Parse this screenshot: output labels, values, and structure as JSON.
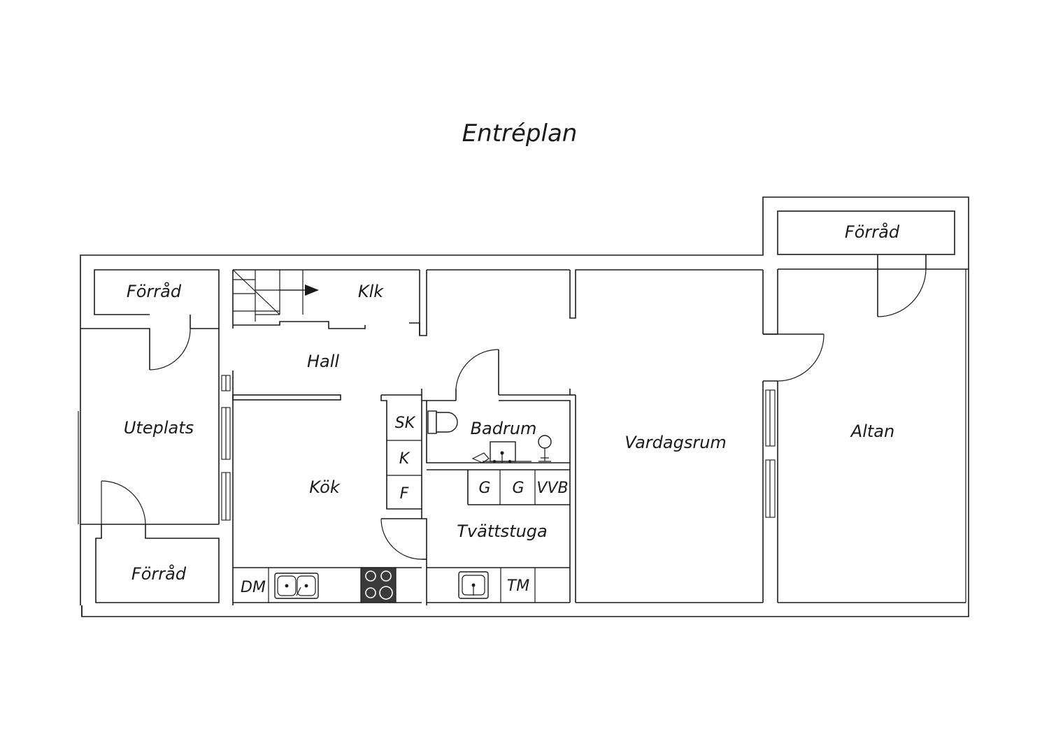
{
  "plan": {
    "title": "Entréplan",
    "rooms": {
      "forrad_top_right": "Förråd",
      "forrad_top_left": "Förråd",
      "klk": "Klk",
      "hall": "Hall",
      "uteplats": "Uteplats",
      "kok": "Kök",
      "badrum": "Badrum",
      "vardagsrum": "Vardagsrum",
      "altan": "Altan",
      "tvattstuga": "Tvättstuga",
      "forrad_bottom_left": "Förråd"
    },
    "fixtures": {
      "sk": "SK",
      "k": "K",
      "f": "F",
      "g1": "G",
      "g2": "G",
      "vvb": "VVB",
      "dm": "DM",
      "tm": "TM"
    },
    "icons": {
      "stair_arrow": "arrow-right-icon",
      "sink": "double-sink-icon",
      "stove": "stove-icon",
      "laundry_sink": "sink-icon",
      "toilet": "toilet-icon",
      "washbasin": "washbasin-icon",
      "shower": "shower-icon"
    },
    "colors": {
      "line": "#1a1a1a",
      "stove": "#3a3a3a",
      "background": "#ffffff"
    }
  }
}
